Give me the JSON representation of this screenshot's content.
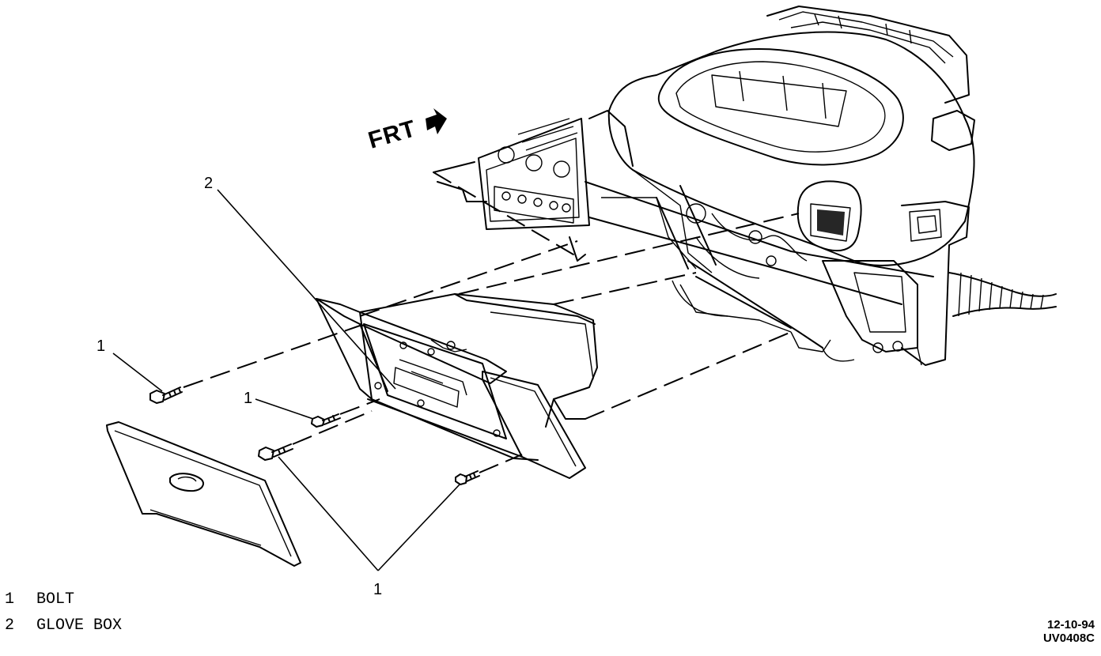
{
  "orientation_marker": {
    "text": "FRT",
    "icon": "front-arrow-icon"
  },
  "callouts": [
    {
      "text": "2"
    },
    {
      "text": "1"
    },
    {
      "text": "1"
    },
    {
      "text": "1"
    }
  ],
  "legend": [
    {
      "number": "1",
      "label": "BOLT"
    },
    {
      "number": "2",
      "label": "GLOVE BOX"
    }
  ],
  "stamp": {
    "date": "12-10-94",
    "code": "UV0408C"
  }
}
